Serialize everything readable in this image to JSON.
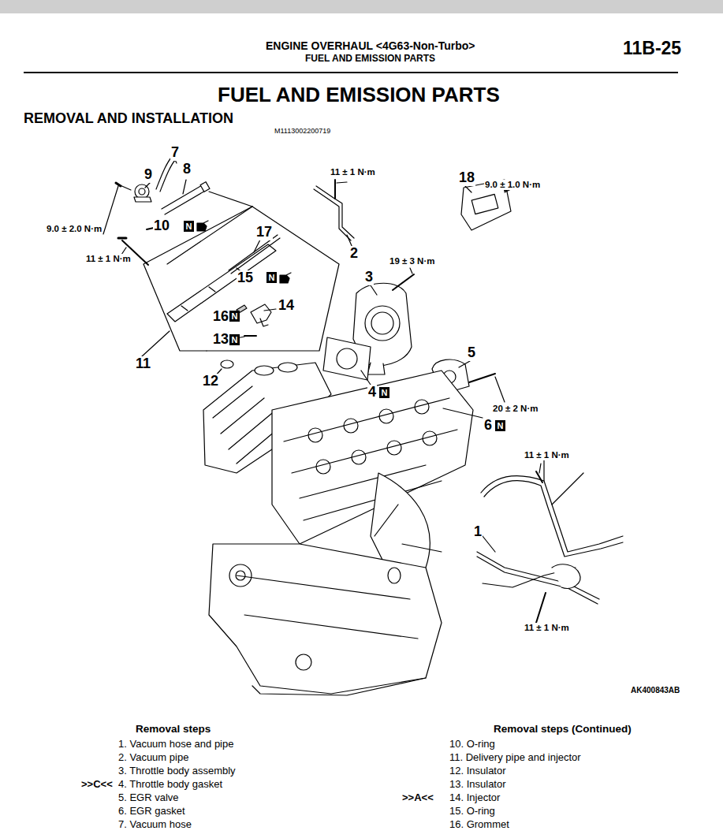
{
  "diagram": {
    "title": "FUEL AND EMISSION PARTS",
    "labels": [
      "ENGINE OVERHAUL <4G63-Non-Turbo>",
      "FUEL AND EMISSION PARTS",
      "11B-25",
      "REMOVAL AND INSTALLATION",
      "M1113002200719",
      "7",
      "8",
      "9",
      "9.0 ± 2.0 N·m",
      "10",
      "N",
      "11 ± 1 N·m",
      "17",
      "15",
      "N",
      "14",
      "16",
      "N",
      "13",
      "N",
      "11",
      "12",
      "11 ± 1 N·m",
      "2",
      "19 ± 3 N·m",
      "3",
      "18",
      "9.0 ± 1.0 N·m",
      "4",
      "N",
      "5",
      "20 ± 2 N·m",
      "6",
      "N",
      "11 ± 1 N·m",
      "1",
      "11 ± 1 N·m",
      "AK400843AB",
      "Removal steps",
      "1. Vacuum hose and pipe",
      "2. Vacuum pipe",
      "3. Throttle body assembly",
      ">>C<<",
      "4. Throttle body gasket",
      "5. EGR valve",
      "6. EGR gasket",
      "7. Vacuum hose",
      "Removal steps (Continued)",
      "10. O-ring",
      "11. Delivery pipe and injector",
      "12. Insulator",
      "13. Insulator",
      ">>A<<",
      "14. Injector",
      "15. O-ring",
      "16. Grommet"
    ]
  }
}
